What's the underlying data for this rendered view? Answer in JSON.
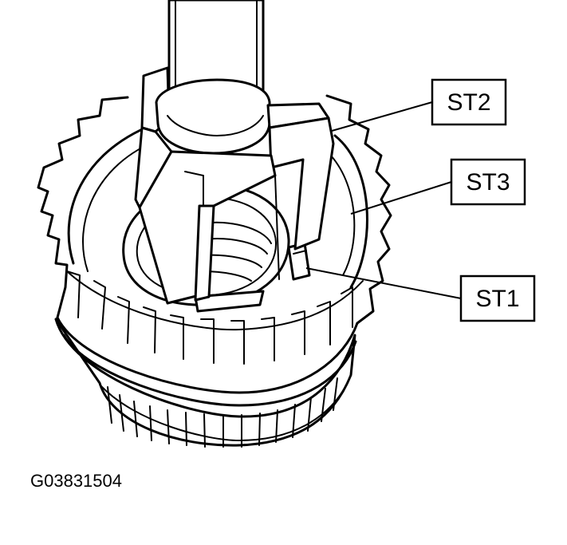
{
  "callouts": {
    "st2": "ST2",
    "st3": "ST3",
    "st1": "ST1"
  },
  "figure_id": "G03831504"
}
